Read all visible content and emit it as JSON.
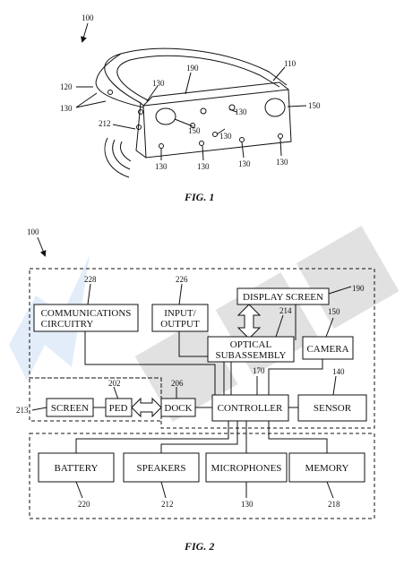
{
  "fig1": {
    "caption": "FIG. 1",
    "refs": {
      "r100": "100",
      "r110": "110",
      "r120": "120",
      "r190": "190",
      "r212": "212",
      "r130_a": "130",
      "r130_b": "130",
      "r130_c": "130",
      "r130_d": "130",
      "r130_e": "130",
      "r130_f": "130",
      "r130_g": "130",
      "r130_h": "130",
      "r150_a": "150",
      "r150_b": "150"
    }
  },
  "fig2": {
    "caption": "FIG. 2",
    "refs": {
      "r100": "100",
      "r228": "228",
      "r226": "226",
      "r190": "190",
      "r214": "214",
      "r150": "150",
      "r170": "170",
      "r140": "140",
      "r202": "202",
      "r206": "206",
      "r213": "213",
      "r220": "220",
      "r212": "212",
      "r130": "130",
      "r218": "218"
    },
    "blocks": {
      "communications_line1": "COMMUNICATIONS",
      "communications_line2": "CIRCUITRY",
      "io_line1": "INPUT/",
      "io_line2": "OUTPUT",
      "display_screen": "DISPLAY SCREEN",
      "optical_line1": "OPTICAL",
      "optical_line2": "SUBASSEMBLY",
      "camera": "CAMERA",
      "screen": "SCREEN",
      "ped": "PED",
      "dock": "DOCK",
      "controller": "CONTROLLER",
      "sensor": "SENSOR",
      "battery": "BATTERY",
      "speakers": "SPEAKERS",
      "microphones": "MICROPHONES",
      "memory": "MEMORY"
    }
  }
}
